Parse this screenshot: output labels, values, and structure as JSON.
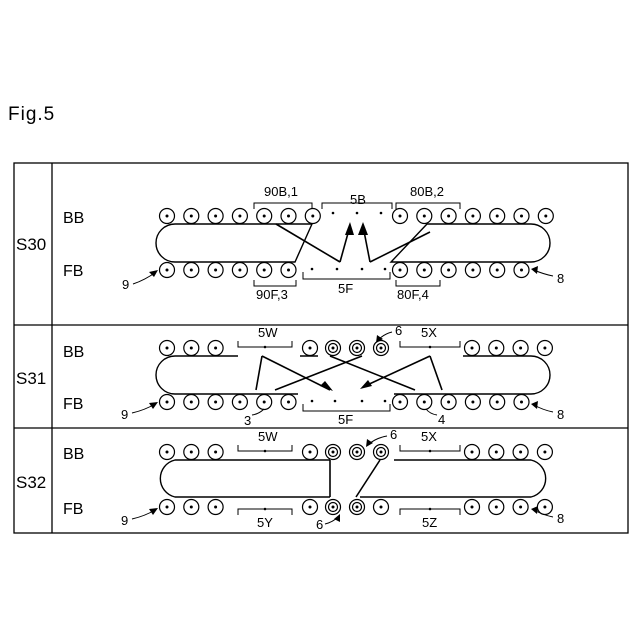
{
  "figure_label": "Fig.5",
  "rows": [
    {
      "step": "S30",
      "bb": "BB",
      "fb": "FB",
      "labels": {
        "tl": "90B,1",
        "tc": "5B",
        "tr": "80B,2",
        "bl": "90F,3",
        "bc": "5F",
        "br": "80F,4",
        "left": "9",
        "right": "8"
      }
    },
    {
      "step": "S31",
      "bb": "BB",
      "fb": "FB",
      "labels": {
        "tl": "5W",
        "tc": "6",
        "tr": "5X",
        "bl": "3",
        "bc": "5F",
        "br": "4",
        "left": "9",
        "right": "8"
      }
    },
    {
      "step": "S32",
      "bb": "BB",
      "fb": "FB",
      "labels": {
        "tl": "5W",
        "tc": "6",
        "tr": "5X",
        "bl": "5Y",
        "bc": "6",
        "br": "5Z",
        "left": "9",
        "right": "8"
      }
    }
  ]
}
